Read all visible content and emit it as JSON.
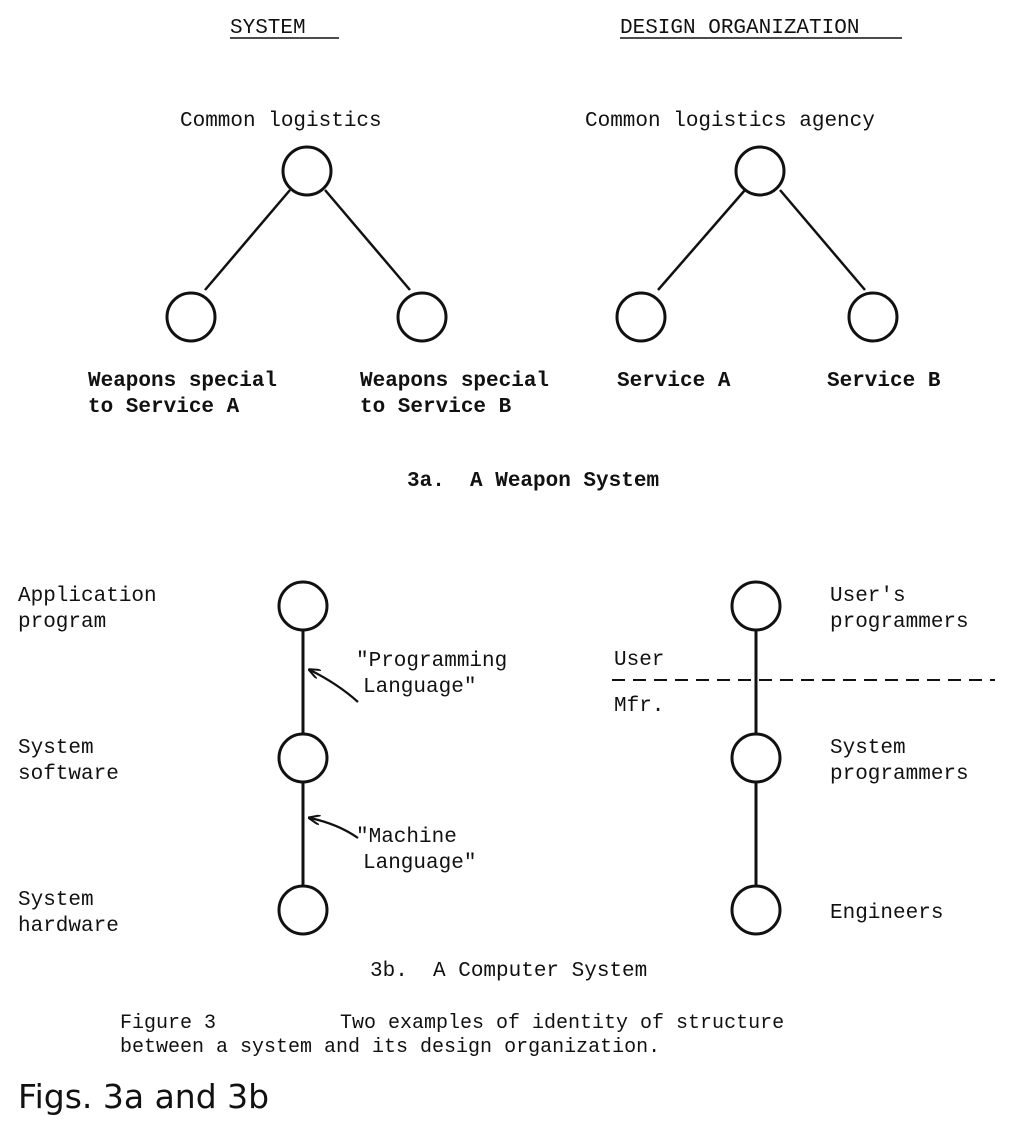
{
  "headers": {
    "system": "SYSTEM",
    "design_organization": "DESIGN ORGANIZATION"
  },
  "fig3a": {
    "system_root": "Common logistics",
    "system_left": [
      "Weapons special",
      "to Service A"
    ],
    "system_right": [
      "Weapons special",
      "to Service B"
    ],
    "org_root": "Common logistics agency",
    "org_left": "Service A",
    "org_right": "Service B",
    "caption": "3a.  A Weapon System"
  },
  "fig3b": {
    "system_top": [
      "Application",
      "program"
    ],
    "system_middle": [
      "System",
      "software"
    ],
    "system_bottom": [
      "System",
      "hardware"
    ],
    "interface_upper": [
      "\"Programming",
      "Language\""
    ],
    "interface_lower": [
      "\"Machine",
      "Language\""
    ],
    "org_top": [
      "User's",
      "programmers"
    ],
    "org_middle": [
      "System",
      "programmers"
    ],
    "org_bottom": "Engineers",
    "boundary_above": "User",
    "boundary_below": "Mfr.",
    "caption": "3b.  A Computer System"
  },
  "figure_caption": {
    "label": "Figure 3",
    "line1": "Two examples of identity of structure",
    "line2": "between a system and its design organization."
  },
  "page_title": "Figs. 3a and 3b",
  "colors": {
    "ink": "#111111",
    "background": "#ffffff"
  }
}
